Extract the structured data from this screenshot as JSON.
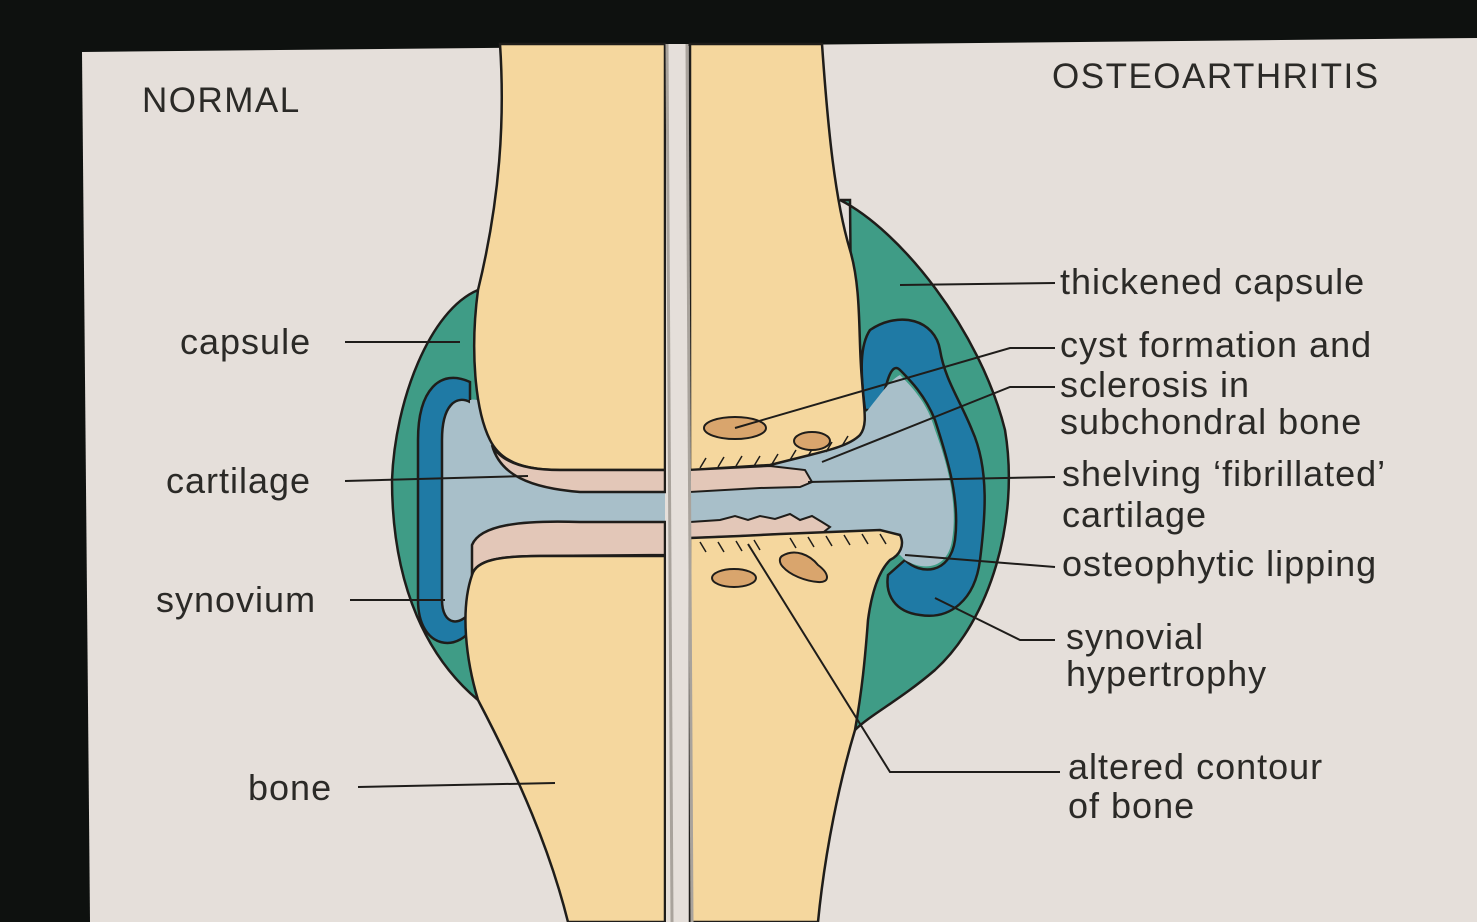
{
  "headings": {
    "left": "NORMAL",
    "right": "OSTEOARTHRITIS"
  },
  "labels_left": {
    "capsule": "capsule",
    "cartilage": "cartilage",
    "synovium": "synovium",
    "bone": "bone"
  },
  "labels_right": {
    "thickened_capsule": "thickened capsule",
    "cyst_line1": "cyst formation and",
    "cyst_line2": "sclerosis in",
    "cyst_line3": "subchondral bone",
    "shelving_line1": "shelving ‘fibrillated’",
    "shelving_line2": "cartilage",
    "osteophytic": "osteophytic lipping",
    "synovial_line1": "synovial",
    "synovial_line2": "hypertrophy",
    "altered_line1": "altered contour",
    "altered_line2": "of bone"
  },
  "colors": {
    "background": "#e5dfda",
    "bone": "#f5d79e",
    "cartilage": "#e3c7b8",
    "synovial_fluid": "#a8bfc9",
    "capsule": "#3f9c86",
    "synovium": "#1f7aa5",
    "cyst": "#d9a56d",
    "outline": "#1f1d1a"
  }
}
